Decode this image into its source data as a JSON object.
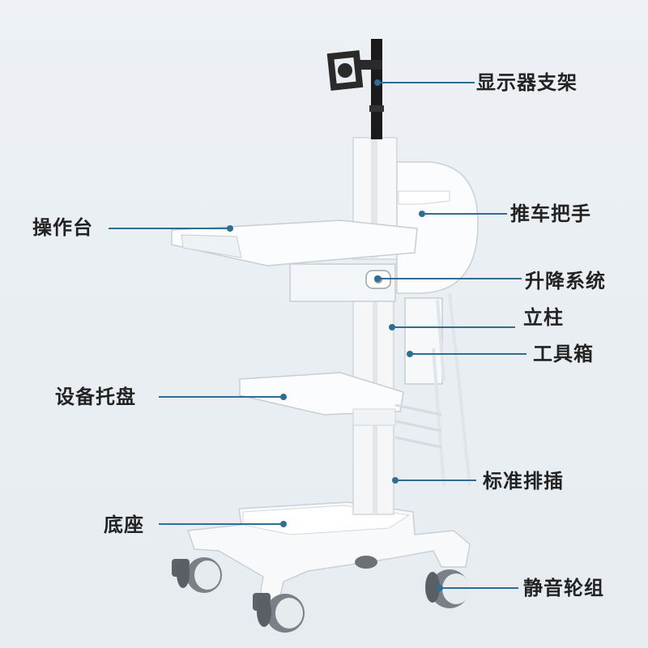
{
  "colors": {
    "background": "#e9eef2",
    "leader_line": "#2f6d92",
    "label_text": "#222222",
    "cart_white": "#f7f9fa",
    "pole_dark": "#1b1b1b",
    "wheel_gray": "#6b7176"
  },
  "labels": {
    "monitor_mount": "显示器支架",
    "operating_table": "操作台",
    "push_handle": "推车把手",
    "lift_system": "升降系统",
    "column": "立柱",
    "toolbox": "工具箱",
    "equipment_tray": "设备托盘",
    "power_strip": "标准排插",
    "base": "底座",
    "silent_casters": "静音轮组"
  }
}
